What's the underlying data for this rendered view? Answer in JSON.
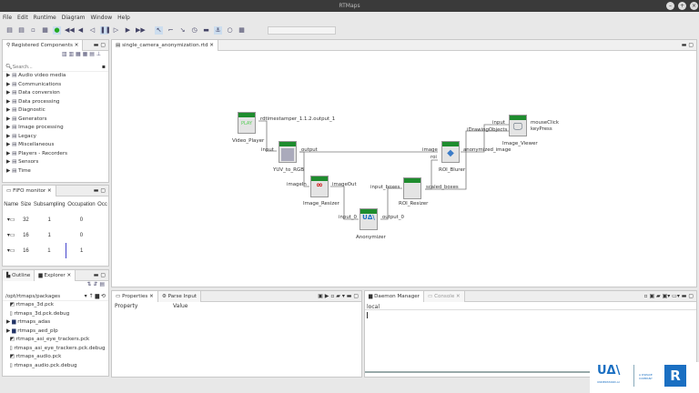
{
  "window": {
    "title": "RTMaps"
  },
  "menu": [
    "File",
    "Edit",
    "Runtime",
    "Diagram",
    "Window",
    "Help"
  ],
  "toolbar_icons": [
    "new-diagram-icon",
    "open-icon",
    "save-icon",
    "save-all-icon",
    "run-icon",
    "rewind-icon",
    "step-back-icon",
    "back-icon",
    "pause-icon",
    "play-icon",
    "step-forward-icon",
    "fast-forward-icon",
    "select-icon",
    "connect-icon",
    "pointer-icon",
    "clock-icon",
    "comment-icon",
    "anchor-icon",
    "circle-icon",
    "grid-icon"
  ],
  "registered": {
    "title": "Registered Components",
    "search_placeholder": "Search...",
    "items": [
      "Audio video media",
      "Communications",
      "Data conversion",
      "Data processing",
      "Diagnostic",
      "Generators",
      "Image processing",
      "Legacy",
      "Miscellaneous",
      "Players - Recorders",
      "Sensors",
      "Time"
    ]
  },
  "fifo": {
    "title": "FIFO monitor",
    "columns": [
      "Name",
      "Size",
      "Subsampling",
      "Occupation",
      "Occ"
    ],
    "rows": [
      [
        "32",
        "1",
        "0"
      ],
      [
        "16",
        "1",
        "0"
      ],
      [
        "16",
        "1",
        "1"
      ]
    ]
  },
  "explorer": {
    "tabs": [
      "Outline",
      "Explorer"
    ],
    "path": "/opt/rtmaps/packages",
    "items": [
      {
        "name": "rtmaps_3d.pck",
        "type": "pck"
      },
      {
        "name": "rtmaps_3d.pck.debug",
        "type": "debug"
      },
      {
        "name": "rtmaps_adas",
        "type": "folder"
      },
      {
        "name": "rtmaps_aed_plp",
        "type": "folder"
      },
      {
        "name": "rtmaps_asi_eye_trackers.pck",
        "type": "pck"
      },
      {
        "name": "rtmaps_asi_eye_trackers.pck.debug",
        "type": "debug"
      },
      {
        "name": "rtmaps_audio.pck",
        "type": "pck"
      },
      {
        "name": "rtmaps_audio.pck.debug",
        "type": "debug"
      }
    ]
  },
  "editor": {
    "tab": "single_camera_anonymization.rtd",
    "nodes": {
      "video_player": "Video_Player",
      "yuv": "YUV_to_RGB",
      "resizer": "Image_Resizer",
      "anonymizer": "Anonymizer",
      "roi_resizer": "ROI_Resizer",
      "blurer": "ROI_Blurer",
      "viewer": "Image_Viewer"
    },
    "ports": {
      "vp_out": "rdtimestamper_1.1.2.output_1",
      "yuv_in": "input",
      "yuv_out": "output",
      "res_in": "imageIn",
      "res_out": "imageOut",
      "anon_in": "input_0",
      "anon_out": "output_0",
      "roi_in": "input_boxes",
      "roi_out": "scaled_boxes",
      "blur_image": "image",
      "blur_roi": "roi",
      "blur_out": "anonymized_image",
      "view_in": "input",
      "view_draw": "iDrawingObjects",
      "view_mouse": "mouseClick",
      "view_key": "keyPress"
    },
    "play_label": "PLAY"
  },
  "properties": {
    "tabs": [
      "Properties",
      "Parse Input"
    ],
    "columns": [
      "Property",
      "Value"
    ]
  },
  "daemon": {
    "tabs": [
      "Daemon Manager",
      "Console"
    ],
    "value": "local"
  },
  "logos": {
    "ua": "UNDERSTAND.AI",
    "dspace": "A DSPACE COMPANY"
  },
  "colors": {
    "node_header": "#1e8c2e",
    "title_bar": "#3a3a3a",
    "ua_blue": "#1a6fc2"
  }
}
